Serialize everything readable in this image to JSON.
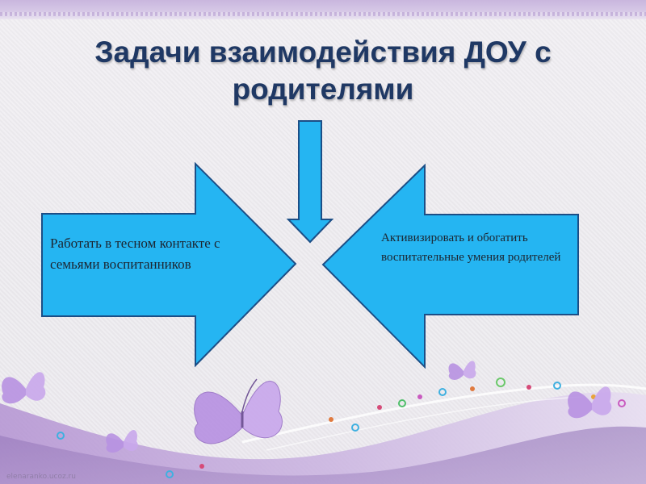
{
  "slide": {
    "title": "Задачи взаимодействия ДОУ с родителями",
    "left_arrow_text": "Работать в тесном контакте с семьями воспитанников",
    "right_arrow_text": "Активизировать и обогатить воспитательные умения родителей",
    "watermark": "elenaranko.ucoz.ru"
  },
  "colors": {
    "arrow_fill": "#25b5f2",
    "arrow_stroke": "#1c4e86",
    "title_color": "#1f3864",
    "wave_dark": "#a98ac9",
    "wave_light": "#ddd0ea",
    "butterfly": "#b28be0"
  },
  "icons": [
    "butterfly-icon",
    "down-arrow-icon",
    "right-arrow-icon",
    "left-arrow-icon"
  ]
}
